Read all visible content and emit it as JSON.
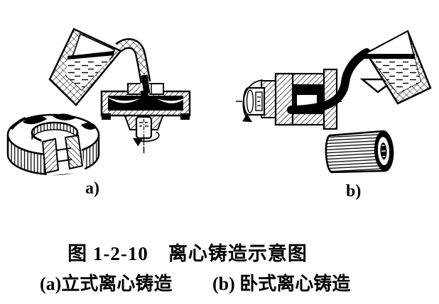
{
  "page": {
    "background_color": "#ffffff",
    "ink_color": "#000000"
  },
  "figure": {
    "caption": "图 1-2-10　离心铸造示意图",
    "panels": [
      {
        "label": "a)",
        "subcaption": "(a)立式离心铸造",
        "illustration": "vertical-centrifugal-casting-schematic"
      },
      {
        "label": "b)",
        "subcaption": "(b) 卧式离心铸造",
        "illustration": "horizontal-centrifugal-casting-schematic"
      }
    ]
  }
}
